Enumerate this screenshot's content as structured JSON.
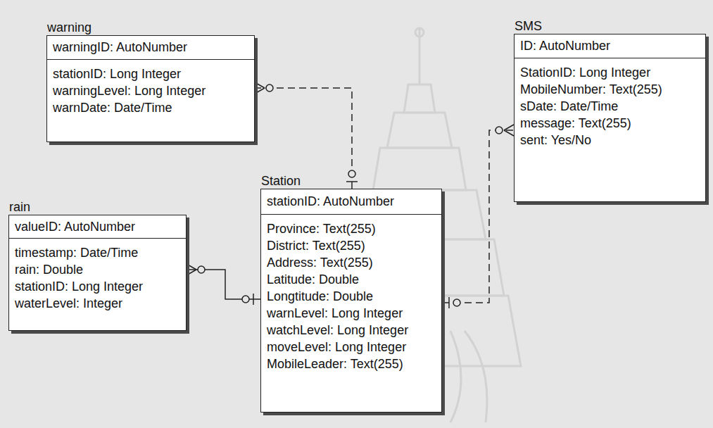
{
  "diagram": {
    "nodes": [
      {
        "text": [
          "warning",
          "warningID: AutoNumber",
          "stationID: Long Integer",
          "warningLevel: Long Integer",
          "warnDate: Date/Time"
        ]
      },
      {
        "text": [
          "SMS",
          "ID: AutoNumber",
          "StationID: Long Integer",
          "MobileNumber: Text(255)",
          "sDate: Date/Time",
          "message: Text(255)",
          "sent: Yes/No"
        ]
      },
      {
        "text": [
          "Station",
          "stationID: AutoNumber",
          "Province: Text(255)",
          "District: Text(255)",
          "Address: Text(255)",
          "Latitude: Double",
          "Longtitude: Double",
          "warnLevel: Long Integer",
          "watchLevel: Long Integer",
          "moveLevel: Long Integer",
          "MobileLeader: Text(255)"
        ]
      },
      {
        "text": [
          "rain",
          "valueID: AutoNumber",
          "timestamp: Date/Time",
          "rain: Double",
          "stationID: Long Integer",
          "waterLevel: Integer"
        ]
      }
    ],
    "edges": [
      {
        "from": 2,
        "to": 0,
        "arrow": "none"
      },
      {
        "from": 2,
        "to": 3,
        "arrow": "none"
      },
      {
        "from": 2,
        "to": 1,
        "arrow": "none"
      }
    ]
  }
}
